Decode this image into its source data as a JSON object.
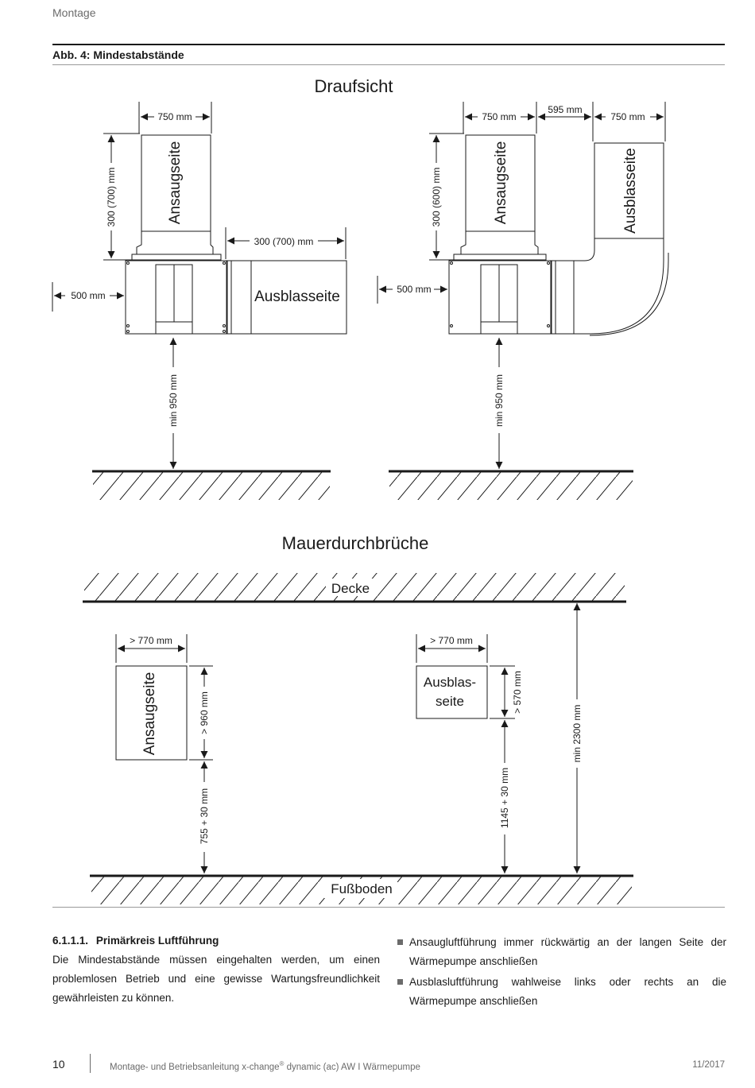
{
  "header": {
    "section": "Montage"
  },
  "figure": {
    "caption": "Abb. 4: Mindestabstände",
    "top_view": {
      "title": "Draufsicht",
      "left": {
        "width_intake": "750 mm",
        "depth_intake": "300 (700) mm",
        "intake_label": "Ansaugseite",
        "outlet_duct_length": "300 (700) mm",
        "outlet_label": "Ausblasseite",
        "side_clearance": "500 mm",
        "front_clearance": "min 950 mm"
      },
      "right": {
        "width_intake": "750 mm",
        "gap": "595 mm",
        "width_outlet": "750 mm",
        "depth_intake": "300 (600) mm",
        "intake_label": "Ansaugseite",
        "outlet_label": "Ausblasseite",
        "side_clearance": "500 mm",
        "front_clearance": "min 950 mm"
      }
    },
    "wall_openings": {
      "title": "Mauerdurchbrüche",
      "ceiling": "Decke",
      "floor": "Fußboden",
      "intake": {
        "width": "> 770 mm",
        "height": "> 960 mm",
        "label": "Ansaugseite",
        "floor_distance": "755 + 30 mm"
      },
      "outlet": {
        "width": "> 770 mm",
        "height": "> 570 mm",
        "label_line1": "Ausblas-",
        "label_line2": "seite",
        "floor_distance": "1145 + 30 mm"
      },
      "room_height": "min 2300 mm"
    }
  },
  "section": {
    "number": "6.1.1.1.",
    "title": "Primärkreis Luftführung",
    "body": "Die Mindestabstände müssen eingehalten werden, um einen problemlosen Betrieb und eine gewisse Wartungsfreundlichkeit gewährleisten zu können.",
    "bullets": [
      "Ansaugluftführung immer rückwärtig an der langen Seite der Wärmepumpe anschließen",
      "Ausblasluftführung wahlweise links oder rechts an die Wärmepumpe anschließen"
    ]
  },
  "footer": {
    "page": "10",
    "title_part1": "Montage- und Betriebsanleitung x-change",
    "title_reg": "®",
    "title_part2": " dynamic (ac) AW I Wärmepumpe",
    "date": "11/2017"
  }
}
